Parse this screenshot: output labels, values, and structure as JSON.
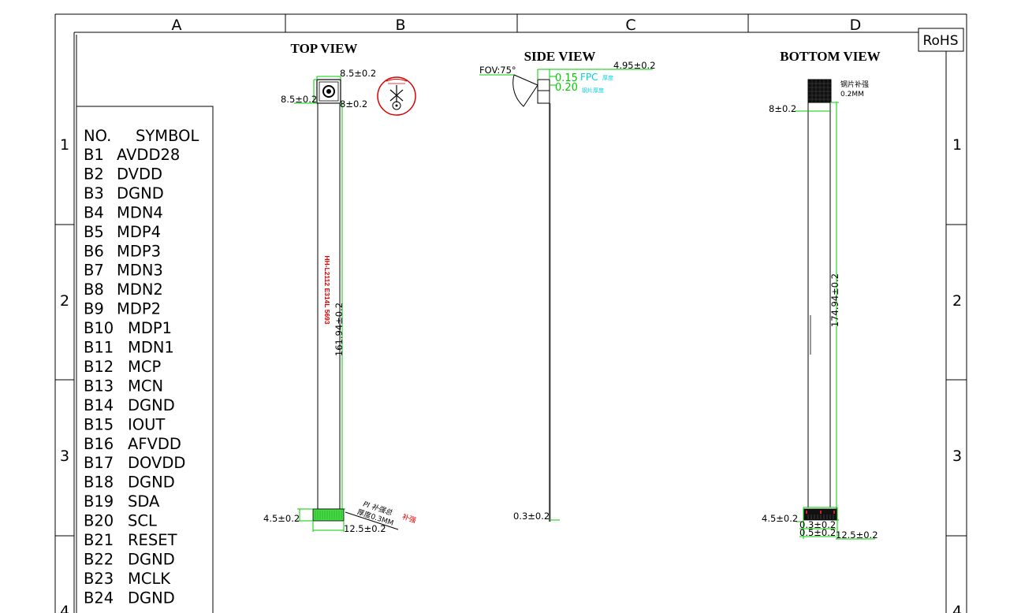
{
  "border": {
    "columns": [
      "A",
      "B",
      "C",
      "D"
    ],
    "rows": [
      "1",
      "2",
      "3",
      "4"
    ],
    "rohs": "RoHS"
  },
  "pin_table": {
    "header": {
      "no": "NO.",
      "symbol": "SYMBOL"
    },
    "rows": [
      {
        "no": "B1",
        "symbol": "AVDD28"
      },
      {
        "no": "B2",
        "symbol": "DVDD"
      },
      {
        "no": "B3",
        "symbol": "DGND"
      },
      {
        "no": "B4",
        "symbol": "MDN4"
      },
      {
        "no": "B5",
        "symbol": "MDP4"
      },
      {
        "no": "B6",
        "symbol": "MDP3"
      },
      {
        "no": "B7",
        "symbol": "MDN3"
      },
      {
        "no": "B8",
        "symbol": "MDN2"
      },
      {
        "no": "B9",
        "symbol": "MDP2"
      },
      {
        "no": "B10",
        "symbol": "MDP1"
      },
      {
        "no": "B11",
        "symbol": "MDN1"
      },
      {
        "no": "B12",
        "symbol": "MCP"
      },
      {
        "no": "B13",
        "symbol": "MCN"
      },
      {
        "no": "B14",
        "symbol": "DGND"
      },
      {
        "no": "B15",
        "symbol": "IOUT"
      },
      {
        "no": "B16",
        "symbol": "AFVDD"
      },
      {
        "no": "B17",
        "symbol": "DOVDD"
      },
      {
        "no": "B18",
        "symbol": "DGND"
      },
      {
        "no": "B19",
        "symbol": "SDA"
      },
      {
        "no": "B20",
        "symbol": "SCL"
      },
      {
        "no": "B21",
        "symbol": "RESET"
      },
      {
        "no": "B22",
        "symbol": "DGND"
      },
      {
        "no": "B23",
        "symbol": "MCLK"
      },
      {
        "no": "B24",
        "symbol": "DGND"
      }
    ]
  },
  "top_view": {
    "title": "TOP VIEW",
    "dim_top_width": "8.5±0.2",
    "dim_left_height": "8.5±0.2",
    "dim_neck": "8±0.2",
    "dim_length": "161.94±0.2",
    "part_marking": "HH-L2112 E314L 5693",
    "dim_conn_height": "4.5±0.2",
    "dim_conn_width": "12.5±0.2",
    "stiffener_note_1": "PI 补强总",
    "stiffener_note_red": "补强",
    "stiffener_note_2": "厚度0.3MM"
  },
  "side_view": {
    "title": "SIDE VIEW",
    "fov": "FOV:75°",
    "dim_height": "4.95±0.2",
    "fpc_thickness": "0.15",
    "fpc_label": "FPC",
    "fpc_label_small": "厚度",
    "steel_thickness": "0.20",
    "steel_label": "钢片厚度",
    "dim_bottom": "0.3±0.2"
  },
  "bottom_view": {
    "title": "BOTTOM VIEW",
    "steel_note": "钢片补强",
    "steel_thickness": "0.2MM",
    "dim_neck": "8±0.2",
    "dim_length": "174.94±0.2",
    "dim_conn_height": "4.5±0.2",
    "dim_a": "0.3±0.2",
    "dim_b": "0.5±0.2",
    "dim_conn_width": "12.5±0.2"
  },
  "colors": {
    "line": "#000000",
    "dimension": "#00cc00",
    "cyan_note": "#00d0e0",
    "red": "#dd0000"
  }
}
